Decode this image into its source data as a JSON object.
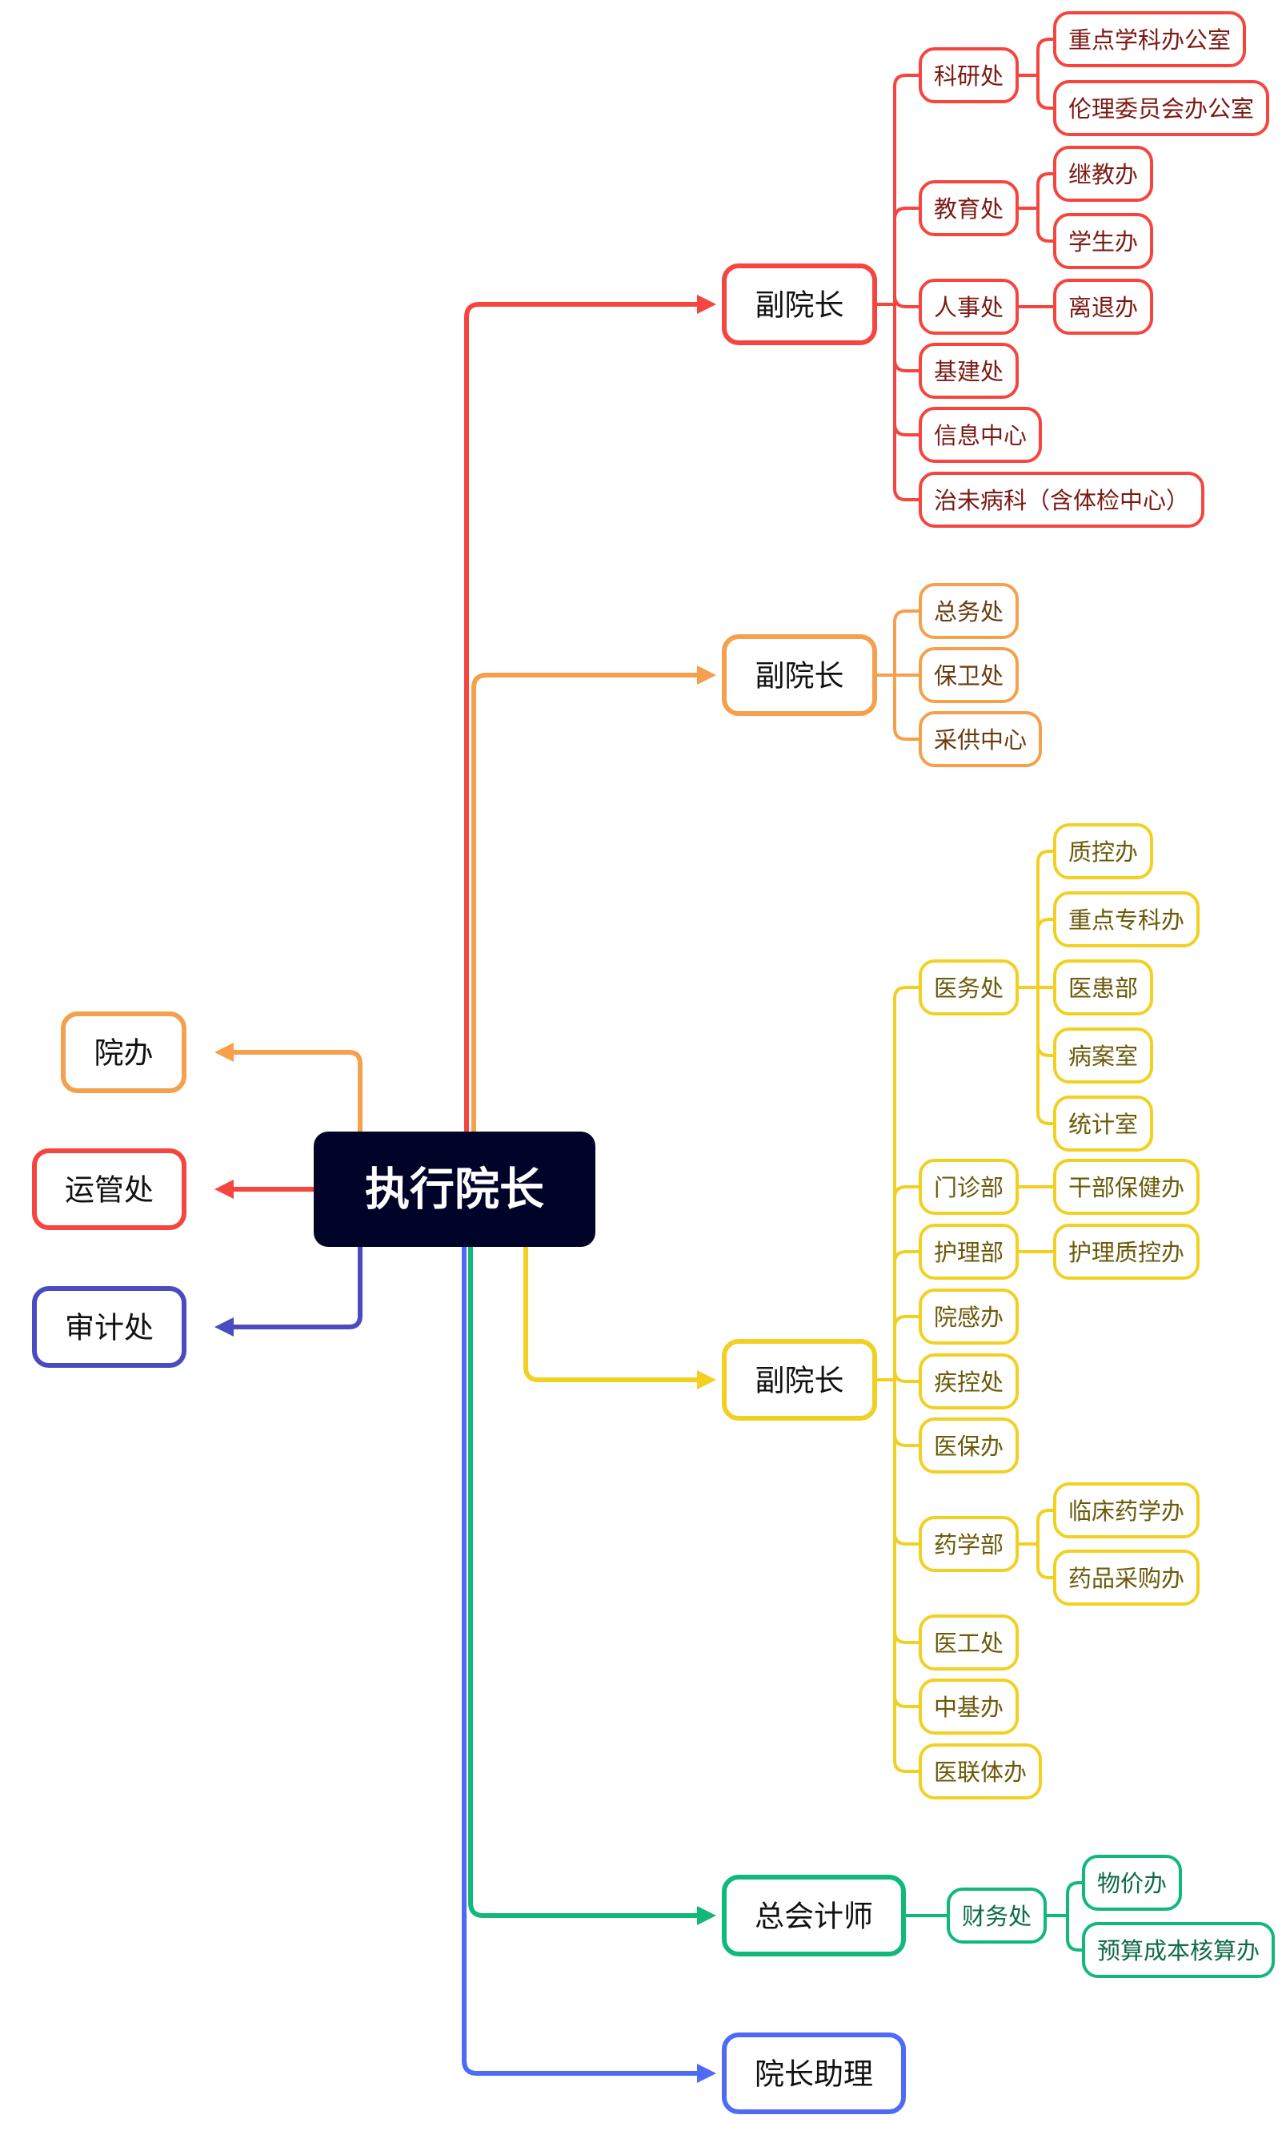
{
  "title": "执行院长",
  "colors": {
    "root_bg": "#000428",
    "red": "#F5453E",
    "red_text": "#7A1A14",
    "orange": "#F5A04C",
    "orange_text": "#6B3A0E",
    "yellow": "#F2D022",
    "yellow_text": "#6B5A0A",
    "green": "#10B97A",
    "green_text": "#0E6B45",
    "blue": "#4F6AF5",
    "indigo": "#4B4BC0"
  },
  "left_branches": [
    {
      "label": "院办",
      "color": "orange"
    },
    {
      "label": "运管处",
      "color": "red"
    },
    {
      "label": "审计处",
      "color": "indigo"
    }
  ],
  "right_branches": [
    {
      "label": "副院长",
      "color": "red",
      "children": [
        {
          "label": "科研处",
          "children": [
            {
              "label": "重点学科办公室"
            },
            {
              "label": "伦理委员会办公室"
            }
          ]
        },
        {
          "label": "教育处",
          "children": [
            {
              "label": "继教办"
            },
            {
              "label": "学生办"
            }
          ]
        },
        {
          "label": "人事处",
          "children": [
            {
              "label": "离退办"
            }
          ]
        },
        {
          "label": "基建处"
        },
        {
          "label": "信息中心"
        },
        {
          "label": "治未病科（含体检中心）"
        }
      ]
    },
    {
      "label": "副院长",
      "color": "orange",
      "children": [
        {
          "label": "总务处"
        },
        {
          "label": "保卫处"
        },
        {
          "label": "采供中心"
        }
      ]
    },
    {
      "label": "副院长",
      "color": "yellow",
      "children": [
        {
          "label": "医务处",
          "children": [
            {
              "label": "质控办"
            },
            {
              "label": "重点专科办"
            },
            {
              "label": "医患部"
            },
            {
              "label": "病案室"
            },
            {
              "label": "统计室"
            }
          ]
        },
        {
          "label": "门诊部",
          "children": [
            {
              "label": "干部保健办"
            }
          ]
        },
        {
          "label": "护理部",
          "children": [
            {
              "label": "护理质控办"
            }
          ]
        },
        {
          "label": "院感办"
        },
        {
          "label": "疾控处"
        },
        {
          "label": "医保办"
        },
        {
          "label": "药学部",
          "children": [
            {
              "label": "临床药学办"
            },
            {
              "label": "药品采购办"
            }
          ]
        },
        {
          "label": "医工处"
        },
        {
          "label": "中基办"
        },
        {
          "label": "医联体办"
        }
      ]
    },
    {
      "label": "总会计师",
      "color": "green",
      "children": [
        {
          "label": "财务处",
          "children": [
            {
              "label": "物价办"
            },
            {
              "label": "预算成本核算办"
            }
          ]
        }
      ]
    },
    {
      "label": "院长助理",
      "color": "blue",
      "children": []
    }
  ]
}
